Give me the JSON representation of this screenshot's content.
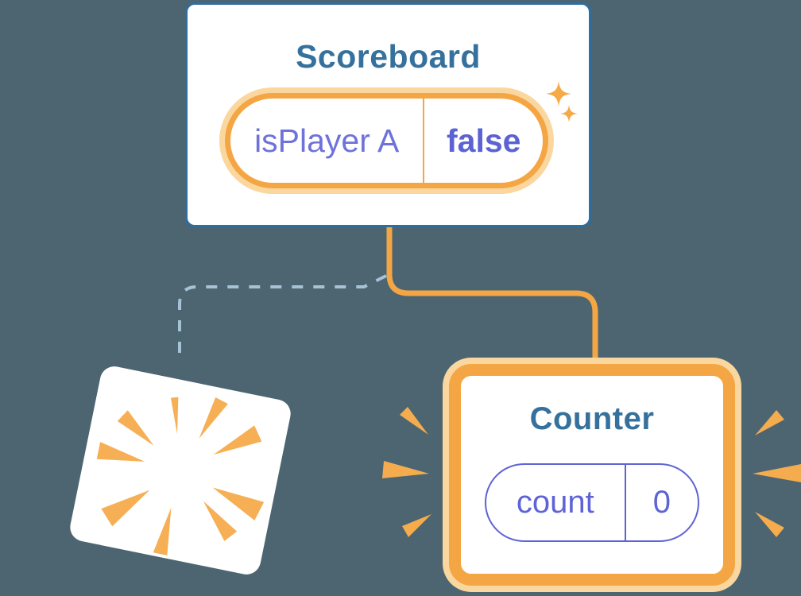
{
  "scoreboard": {
    "title": "Scoreboard",
    "state_name": "isPlayer A",
    "state_value": "false"
  },
  "counter": {
    "title": "Counter",
    "state_name": "count",
    "state_value": "0"
  },
  "icons": {
    "sparkles": "sparkle-icon",
    "burst": "burst-rays-icon",
    "flash": "flash-wedge"
  },
  "colors": {
    "background": "#4C6571",
    "card": "#FFFFFF",
    "box_border": "#2E6E9E",
    "heading": "#35719C",
    "orange": "#F5A644",
    "orange_glow": "#FBD7A0",
    "ray_orange": "#F6AF54",
    "wedge_orange": "#F5AC4E",
    "purple": "#6E72DB",
    "purple_bold": "#5B62D4",
    "pill_border": "#5E63D6",
    "dashed": "#A6C2D6",
    "sparkle": "#F5A947"
  }
}
